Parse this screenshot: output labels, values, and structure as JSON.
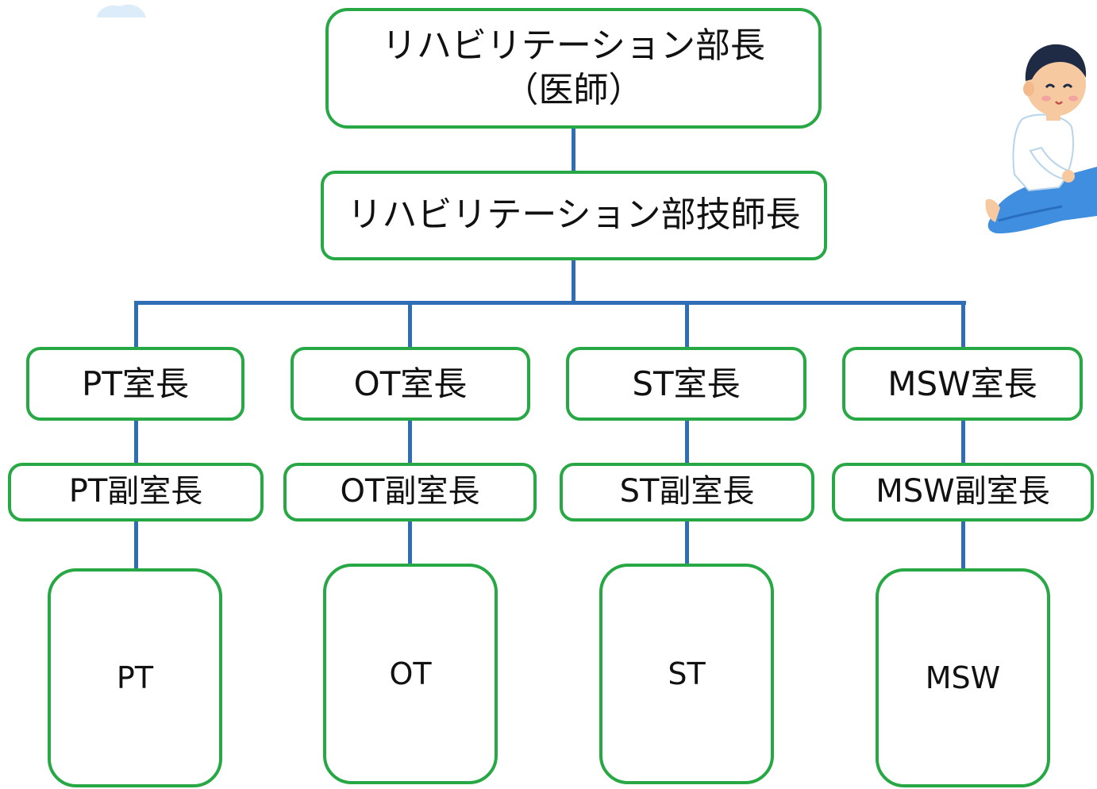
{
  "chart_data": {
    "type": "org-chart",
    "nodes": [
      {
        "id": "head",
        "label": "リハビリテーション部長\n（医師）"
      },
      {
        "id": "chief",
        "label": "リハビリテーション部技師長",
        "parent": "head"
      },
      {
        "id": "pt_lead",
        "label": "PT室長",
        "parent": "chief"
      },
      {
        "id": "ot_lead",
        "label": "OT室長",
        "parent": "chief"
      },
      {
        "id": "st_lead",
        "label": "ST室長",
        "parent": "chief"
      },
      {
        "id": "msw_lead",
        "label": "MSW室長",
        "parent": "chief"
      },
      {
        "id": "pt_sub",
        "label": "PT副室長",
        "parent": "pt_lead"
      },
      {
        "id": "ot_sub",
        "label": "OT副室長",
        "parent": "ot_lead"
      },
      {
        "id": "st_sub",
        "label": "ST副室長",
        "parent": "st_lead"
      },
      {
        "id": "msw_sub",
        "label": "MSW副室長",
        "parent": "msw_lead"
      },
      {
        "id": "pt_staff",
        "label": "PT",
        "parent": "pt_sub"
      },
      {
        "id": "ot_staff",
        "label": "OT",
        "parent": "ot_sub"
      },
      {
        "id": "st_staff",
        "label": "ST",
        "parent": "st_sub"
      },
      {
        "id": "msw_staff",
        "label": "MSW",
        "parent": "msw_sub"
      }
    ]
  },
  "colors": {
    "node_border": "#27a844",
    "connector": "#2f6db5"
  },
  "icons": {
    "illustration": "therapist-stretching-patient-icon",
    "decoration": "cloud-icon"
  }
}
